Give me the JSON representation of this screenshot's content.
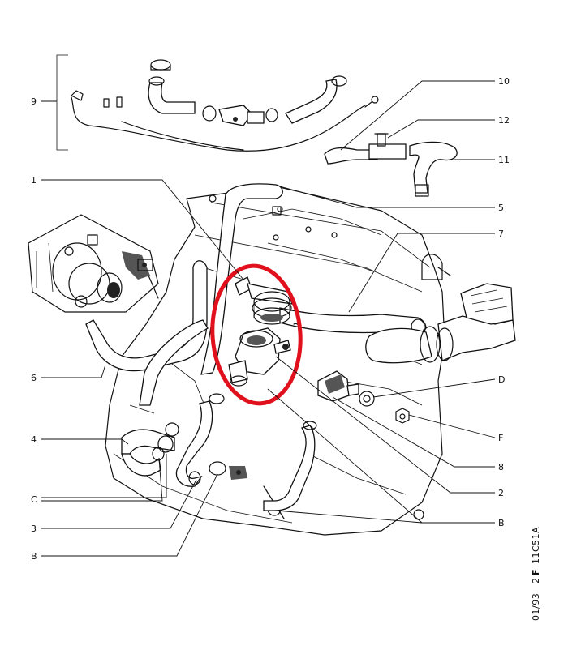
{
  "diagram": {
    "callouts": [
      {
        "id": "label-9",
        "text": "9"
      },
      {
        "id": "label-10",
        "text": "10"
      },
      {
        "id": "label-12",
        "text": "12"
      },
      {
        "id": "label-11",
        "text": "11"
      },
      {
        "id": "label-1",
        "text": "1"
      },
      {
        "id": "label-5",
        "text": "5"
      },
      {
        "id": "label-7",
        "text": "7"
      },
      {
        "id": "label-6",
        "text": "6"
      },
      {
        "id": "label-D",
        "text": "D"
      },
      {
        "id": "label-F",
        "text": "F"
      },
      {
        "id": "label-4",
        "text": "4"
      },
      {
        "id": "label-8",
        "text": "8"
      },
      {
        "id": "label-2",
        "text": "2"
      },
      {
        "id": "label-C",
        "text": "C"
      },
      {
        "id": "label-B-right",
        "text": "B"
      },
      {
        "id": "label-3",
        "text": "3"
      },
      {
        "id": "label-B-left",
        "text": "B"
      }
    ],
    "highlight_color": "#e0101c",
    "ink_color": "#111111"
  },
  "stamp": {
    "date": "01/93",
    "edition_prefix": "2",
    "edition_mark": "F",
    "code": "11C51A"
  }
}
